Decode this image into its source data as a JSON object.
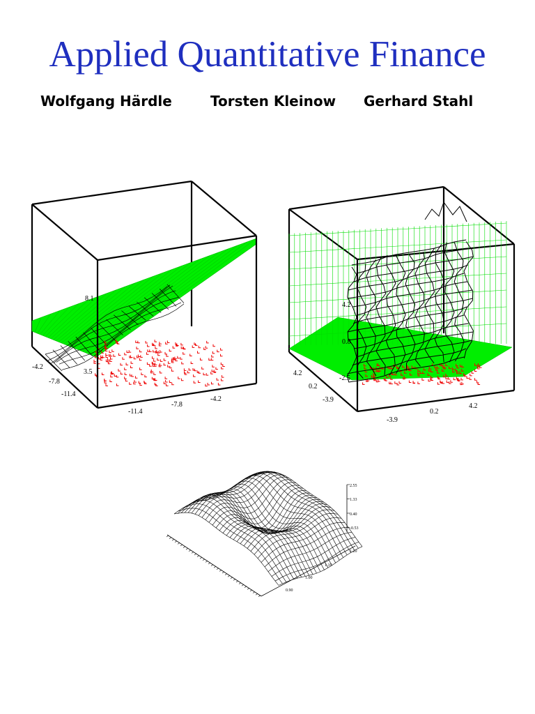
{
  "cover": {
    "title": "Applied Quantitative Finance",
    "authors": [
      "Wolfgang Härdle",
      "Torsten Kleinow",
      "Gerhard Stahl"
    ]
  },
  "figures": {
    "left": {
      "z_tick": "8.1",
      "z_tick2": "3.5",
      "x_ticks": [
        "-11.4",
        "-7.8",
        "-4.2"
      ],
      "y_ticks": [
        "-4.2",
        "-7.8",
        "-11.4"
      ]
    },
    "right": {
      "z_ticks": [
        "4.2",
        "0.8",
        "-2.5"
      ],
      "x_ticks": [
        "-3.9",
        "0.2",
        "4.2"
      ],
      "y_ticks": [
        "4.2",
        "0.2",
        "-3.9"
      ]
    },
    "bottom": {
      "z_ticks": [
        "2.55",
        "1.33",
        "0.40",
        "-0.53"
      ],
      "y_ticks": [
        "1.20",
        "1.10",
        "1.00",
        "0.90"
      ]
    }
  },
  "colors": {
    "title": "#1f2fbf",
    "surface_green": "#00ee00",
    "points_red": "#ee0000"
  }
}
